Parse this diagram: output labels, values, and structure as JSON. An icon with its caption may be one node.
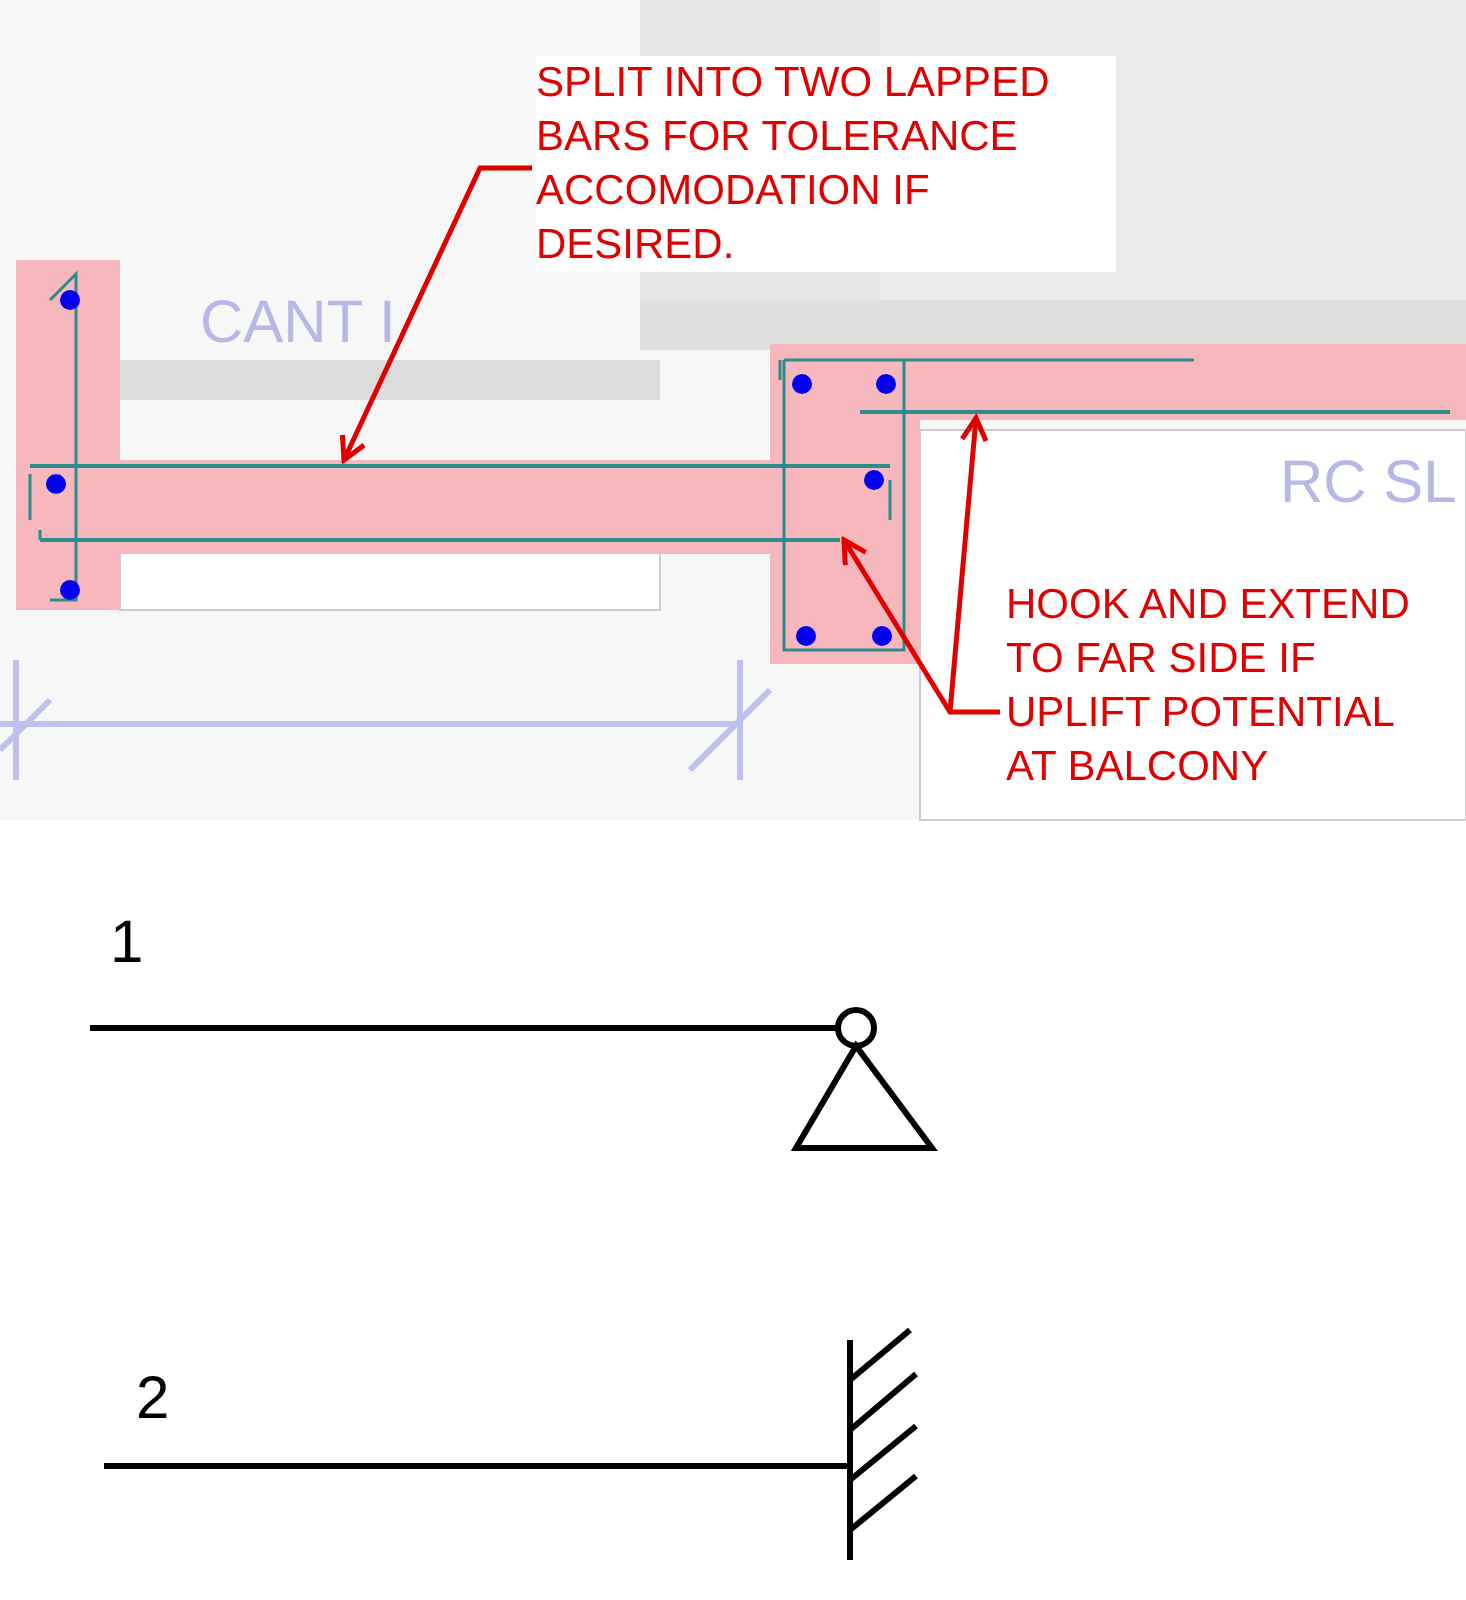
{
  "diagram": {
    "nodes": [
      {
        "text": [
          "SPLIT INTO TWO LAPPED BARS FOR TOLERANCE ACCOMODATION IF DESIRED."
        ]
      },
      {
        "text": [],
        "shape": "bar"
      },
      {
        "text": [
          "HOOK AND EXTEND TO FAR SIDE  IF UPLIFT POTENTIAL AT BALCONY"
        ]
      },
      {
        "text": [],
        "shape": "bar"
      },
      {
        "text": [],
        "shape": "bar"
      }
    ],
    "edges": [
      {
        "from": 0,
        "to": 1,
        "arrow": "to"
      },
      {
        "from": 2,
        "to": 3,
        "arrow": "to"
      },
      {
        "from": 2,
        "to": 4,
        "arrow": "to"
      }
    ],
    "labels": [
      "CANT I",
      "RC SL",
      "1",
      "2"
    ]
  }
}
